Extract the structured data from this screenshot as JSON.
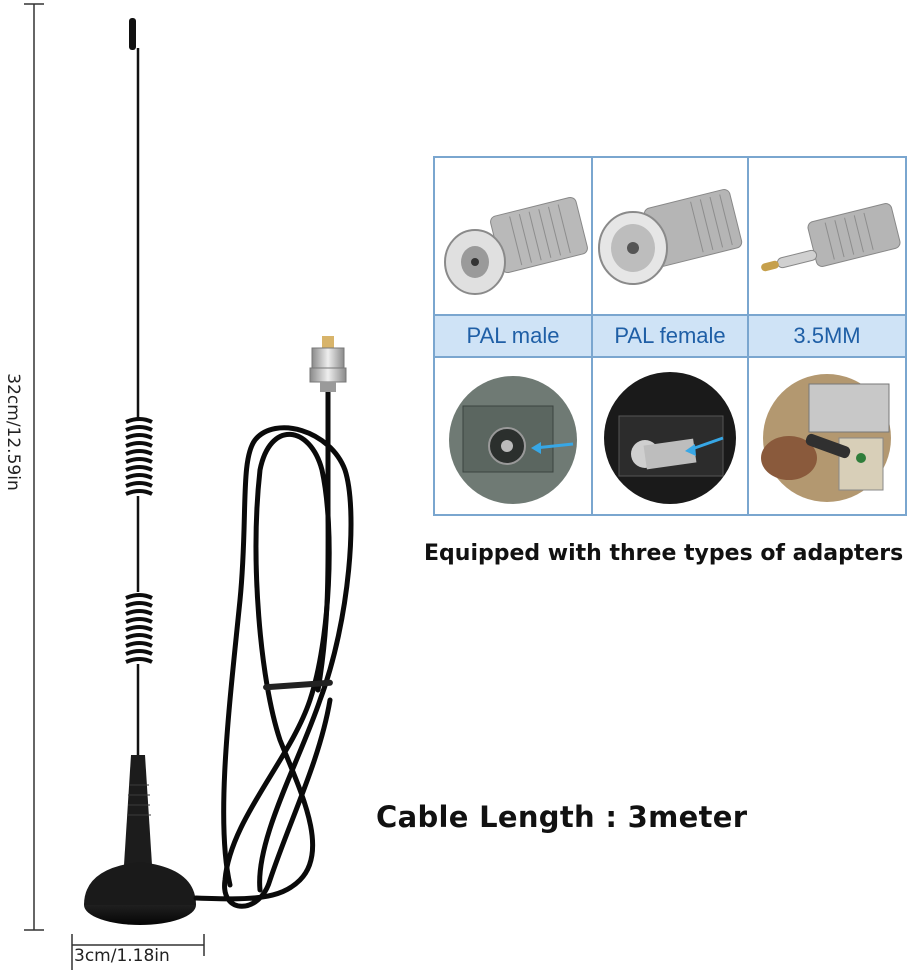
{
  "dimensions": {
    "height_label": "32cm/12.59in",
    "width_label": "3cm/1.18in"
  },
  "adapters": {
    "labels": [
      "PAL male",
      "PAL female",
      "3.5MM"
    ],
    "caption": "Equipped with three types of adapters"
  },
  "cable": {
    "caption": "Cable Length : 3meter"
  },
  "colors": {
    "table_border": "#7aa6cf",
    "label_background": "#cfe3f6",
    "label_text": "#1f5fa6",
    "antenna_black": "#0d0d0d",
    "metal_silver": "#c8c8c8"
  }
}
